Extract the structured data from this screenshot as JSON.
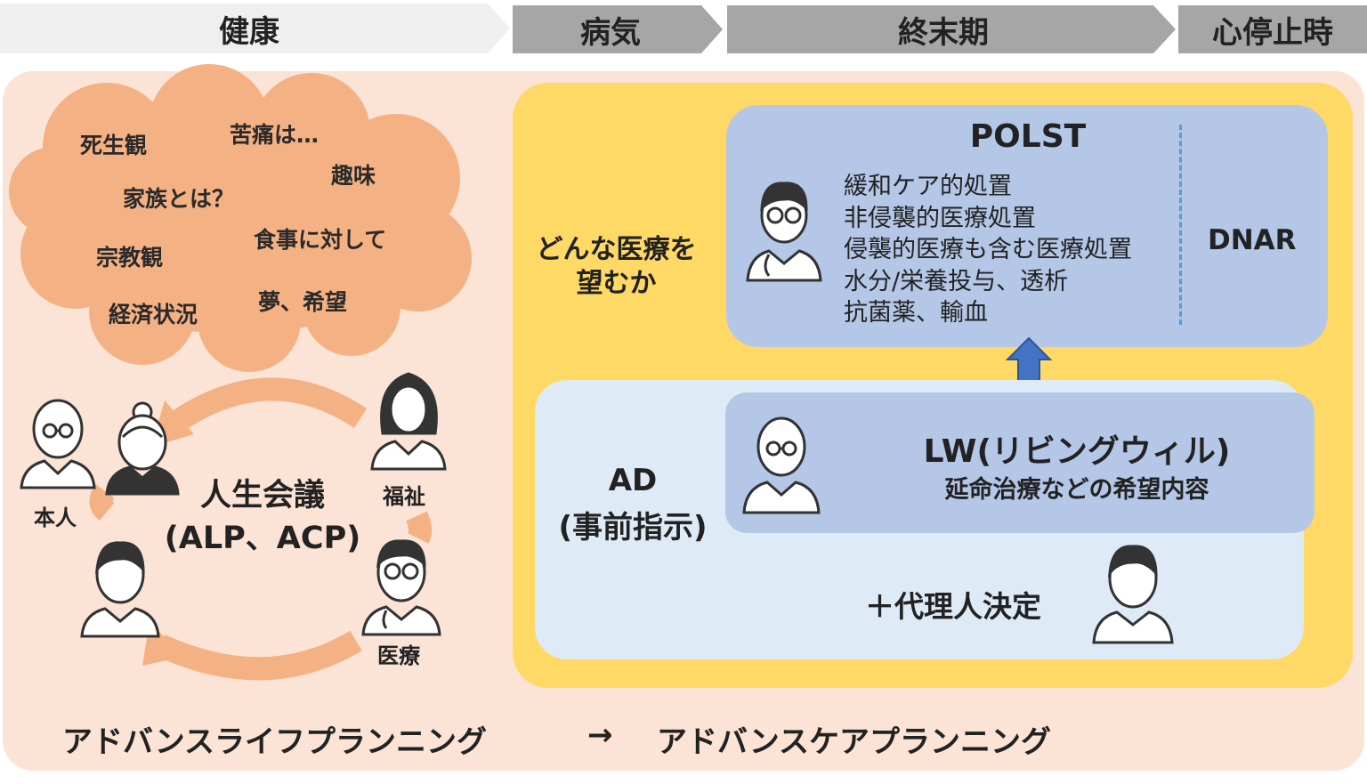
{
  "stages": {
    "healthy": "健康",
    "illness": "病気",
    "terminal": "終末期",
    "arrest": "心停止時"
  },
  "cloud_words": {
    "view_of_death": "死生観",
    "pain": "苦痛は…",
    "hobby": "趣味",
    "family": "家族とは？",
    "religion": "宗教観",
    "meals": "食事に対して",
    "economy": "経済状況",
    "dreams": "夢、希望"
  },
  "circle": {
    "title": "人生会議",
    "subtitle": "(ALP、ACP)",
    "person_self": "本人",
    "person_welfare": "福祉",
    "person_medical": "医療"
  },
  "question": "どんな医療を\n望むか",
  "polst": {
    "title": "POLST",
    "items": [
      "緩和ケア的処置",
      "非侵襲的医療処置",
      "侵襲的医療も含む医療処置",
      "水分/栄養投与、透析",
      "抗菌薬、輸血"
    ],
    "dnar": "DNAR"
  },
  "ad": {
    "title": "AD",
    "subtitle": "(事前指示)",
    "lw_title": "LW(リビングウィル)",
    "lw_subtitle": "延命治療などの希望内容",
    "proxy": "＋代理人決定"
  },
  "footer": {
    "left": "アドバンスライフプランニング",
    "arrow": "→",
    "right": "アドバンスケアプランニング"
  },
  "colors": {
    "peach_bg": "#fbe3d5",
    "cloud": "#f4b183",
    "yellow": "#ffd966",
    "polst_box": "#b4c7e7",
    "ad_box": "#deebf7",
    "stage_gray": "#a6a6a6",
    "stage_light": "#efefef",
    "arrow_blue": "#4472c4"
  }
}
